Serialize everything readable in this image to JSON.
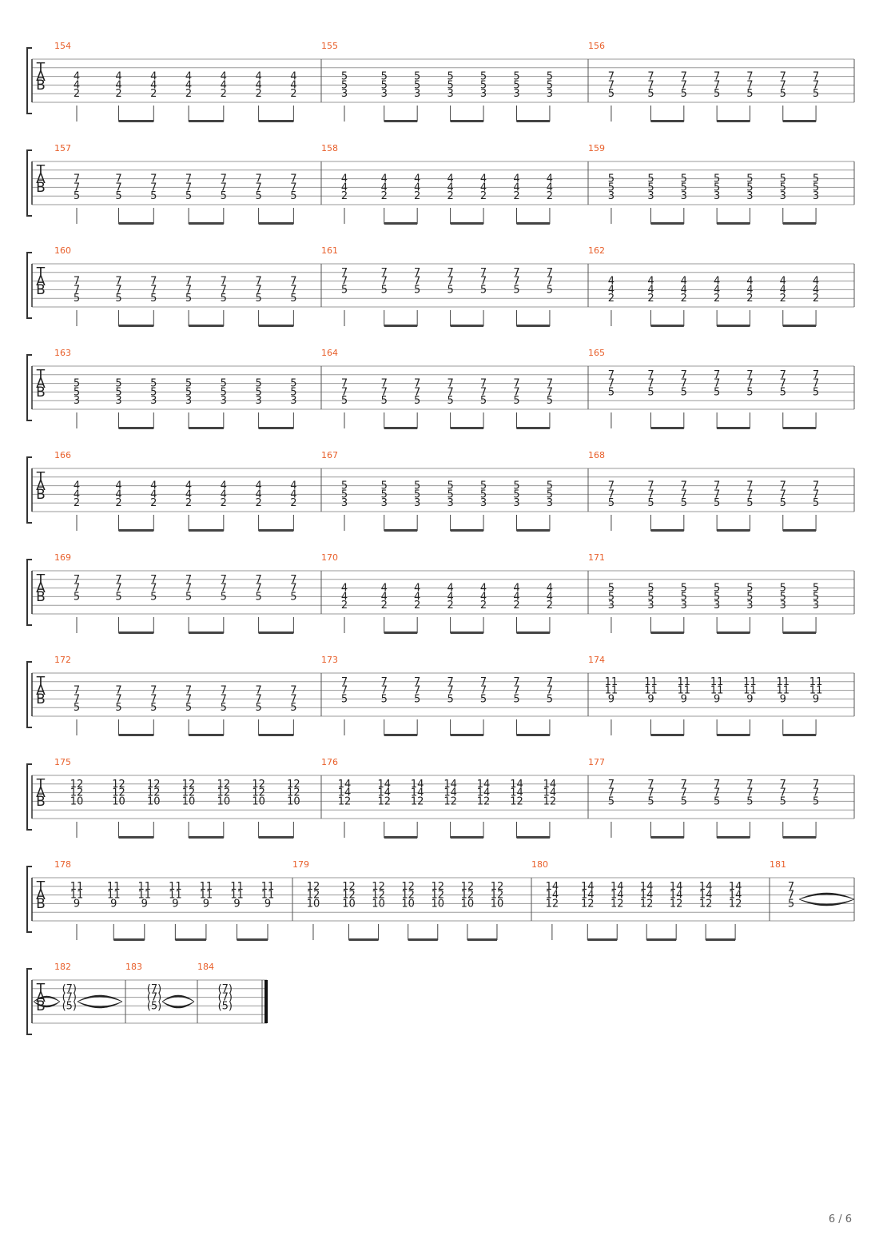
{
  "page_number": "6 / 6",
  "colors": {
    "measure_number": "#e8602c",
    "note": "#222222",
    "line": "#9a9a9a"
  },
  "clef_letters": [
    "T",
    "A",
    "B"
  ],
  "chords": {
    "D": [
      "4",
      "4",
      "2"
    ],
    "E": [
      "5",
      "5",
      "3"
    ],
    "F": [
      "7",
      "7",
      "5"
    ],
    "G": [
      "11",
      "11",
      "9"
    ],
    "H": [
      "12",
      "12",
      "10"
    ],
    "I": [
      "14",
      "14",
      "12"
    ],
    "Fp": [
      "(7)",
      "(7)",
      "(5)"
    ]
  },
  "systems": [
    {
      "measures": [
        {
          "number": "154",
          "chord": "D",
          "strings": [
            2,
            3,
            4
          ]
        },
        {
          "number": "155",
          "chord": "E",
          "strings": [
            2,
            3,
            4
          ]
        },
        {
          "number": "156",
          "chord": "F",
          "strings": [
            2,
            3,
            4
          ]
        }
      ]
    },
    {
      "measures": [
        {
          "number": "157",
          "chord": "F",
          "strings": [
            2,
            3,
            4
          ]
        },
        {
          "number": "158",
          "chord": "D",
          "strings": [
            2,
            3,
            4
          ]
        },
        {
          "number": "159",
          "chord": "E",
          "strings": [
            2,
            3,
            4
          ]
        }
      ]
    },
    {
      "measures": [
        {
          "number": "160",
          "chord": "F",
          "strings": [
            2,
            3,
            4
          ]
        },
        {
          "number": "161",
          "chord": "F",
          "strings": [
            1,
            2,
            3
          ]
        },
        {
          "number": "162",
          "chord": "D",
          "strings": [
            2,
            3,
            4
          ]
        }
      ]
    },
    {
      "measures": [
        {
          "number": "163",
          "chord": "E",
          "strings": [
            2,
            3,
            4
          ]
        },
        {
          "number": "164",
          "chord": "F",
          "strings": [
            2,
            3,
            4
          ]
        },
        {
          "number": "165",
          "chord": "F",
          "strings": [
            1,
            2,
            3
          ]
        }
      ]
    },
    {
      "measures": [
        {
          "number": "166",
          "chord": "D",
          "strings": [
            2,
            3,
            4
          ]
        },
        {
          "number": "167",
          "chord": "E",
          "strings": [
            2,
            3,
            4
          ]
        },
        {
          "number": "168",
          "chord": "F",
          "strings": [
            2,
            3,
            4
          ]
        }
      ]
    },
    {
      "measures": [
        {
          "number": "169",
          "chord": "F",
          "strings": [
            1,
            2,
            3
          ]
        },
        {
          "number": "170",
          "chord": "D",
          "strings": [
            2,
            3,
            4
          ]
        },
        {
          "number": "171",
          "chord": "E",
          "strings": [
            2,
            3,
            4
          ]
        }
      ]
    },
    {
      "measures": [
        {
          "number": "172",
          "chord": "F",
          "strings": [
            2,
            3,
            4
          ]
        },
        {
          "number": "173",
          "chord": "F",
          "strings": [
            1,
            2,
            3
          ]
        },
        {
          "number": "174",
          "chord": "G",
          "strings": [
            1,
            2,
            3
          ]
        }
      ]
    },
    {
      "measures": [
        {
          "number": "175",
          "chord": "H",
          "strings": [
            1,
            2,
            3
          ]
        },
        {
          "number": "176",
          "chord": "I",
          "strings": [
            1,
            2,
            3
          ]
        },
        {
          "number": "177",
          "chord": "F",
          "strings": [
            1,
            2,
            3
          ]
        }
      ]
    },
    {
      "measures": [
        {
          "number": "178",
          "chord": "G",
          "strings": [
            1,
            2,
            3
          ]
        },
        {
          "number": "179",
          "chord": "H",
          "strings": [
            1,
            2,
            3
          ]
        },
        {
          "number": "180",
          "chord": "I",
          "strings": [
            1,
            2,
            3
          ]
        },
        {
          "number": "181",
          "chord": "F",
          "strings": [
            1,
            2,
            3
          ],
          "notes": 1,
          "tie_out": true
        }
      ]
    },
    {
      "measures": [
        {
          "number": "182",
          "chord": "Fp",
          "strings": [
            1,
            2,
            3
          ],
          "notes": 1,
          "tie_in": true,
          "tie_out": true
        },
        {
          "number": "183",
          "chord": "Fp",
          "strings": [
            1,
            2,
            3
          ],
          "notes": 1,
          "tie_in": true,
          "tie_out": true
        },
        {
          "number": "184",
          "chord": "Fp",
          "strings": [
            1,
            2,
            3
          ],
          "notes": 1,
          "tie_in": true,
          "final": true
        }
      ]
    }
  ]
}
